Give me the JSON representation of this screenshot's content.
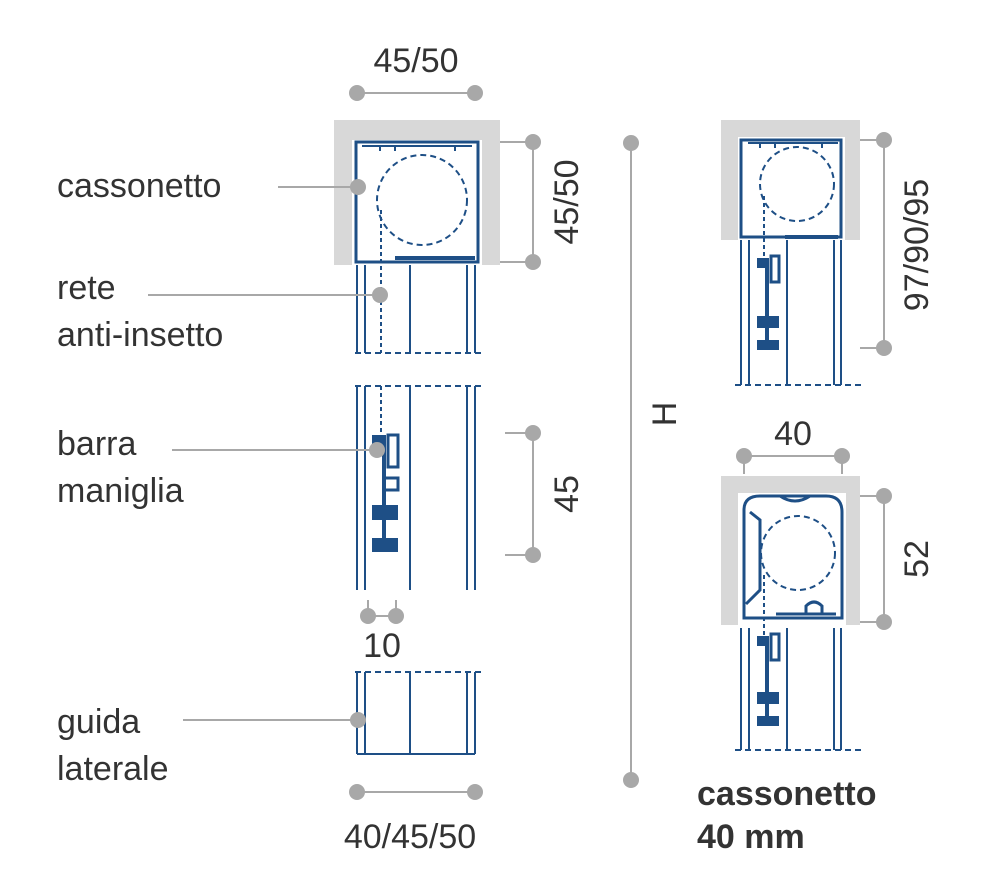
{
  "labels": {
    "cassonetto": "cassonetto",
    "rete_line1": "rete",
    "rete_line2": "anti-insetto",
    "barra_line1": "barra",
    "barra_line2": "maniglia",
    "guida_line1": "guida",
    "guida_line2": "laterale",
    "title_line1": "cassonetto",
    "title_line2": "40 mm"
  },
  "dimensions": {
    "top_width": "45/50",
    "top_height": "45/50",
    "handle_height": "45",
    "gap": "10",
    "bottom_width": "40/45/50",
    "total_height": "H",
    "right_top_height": "97/90/95",
    "right_width": "40",
    "right_height": "52"
  },
  "colors": {
    "profile_blue": "#1e4f86",
    "housing_gray": "#d8d8d8",
    "dimension_gray": "#a8a8a8",
    "text": "#333333"
  }
}
